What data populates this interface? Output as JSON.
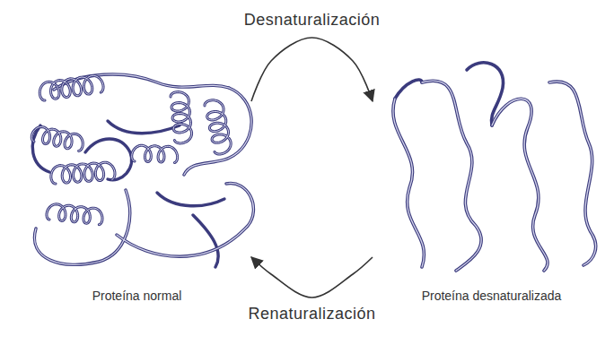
{
  "diagram": {
    "nodes": [
      {
        "text": [
          "Proteína normal"
        ]
      },
      {
        "text": [
          "Proteína desnaturalizada"
        ]
      }
    ],
    "edges": [
      {
        "from": 0,
        "to": 1,
        "arrow": "to",
        "label": "Desnaturalización"
      },
      {
        "from": 1,
        "to": 0,
        "arrow": "to",
        "label": "Renaturalización"
      }
    ]
  }
}
